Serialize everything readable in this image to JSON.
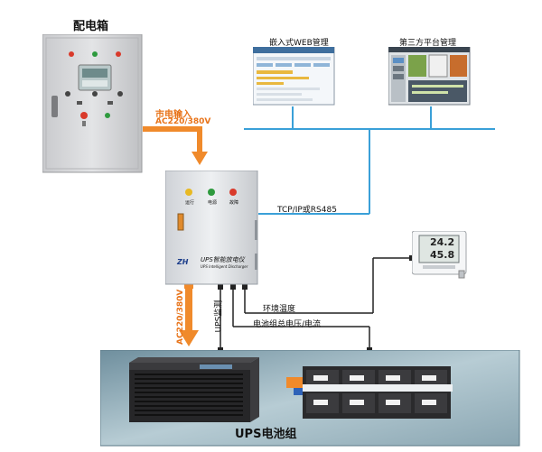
{
  "labels": {
    "distribution_box": "配电箱",
    "mains_input": "市电输入",
    "mains_voltage": "AC220/380V",
    "embedded_web": "嵌入式WEB管理",
    "third_party": "第三方平台管理",
    "tcp_ip": "TCP/IP或RS485",
    "ups_monitor": "UPS监测",
    "ac_output": "AC220/380V",
    "env_temp": "环境温度",
    "battery_vi": "电池组总电压/电流",
    "ups_battery": "UPS电池组"
  },
  "discharger": {
    "indicators": [
      "运行",
      "电源",
      "故障"
    ],
    "name_cn": "UPS智能放电仪",
    "name_en": "UPS Intelligent Discharger",
    "logo": "ZH"
  },
  "sensor": {
    "temperature": "24.2",
    "humidity": "45.8"
  },
  "colors": {
    "orange": "#f08a2b",
    "blue": "#3aa0d8",
    "line": "#222222",
    "cabinet": "#d8d9dc",
    "discharger": "#e4e6ea",
    "battery_bg": "#8eaab8"
  }
}
